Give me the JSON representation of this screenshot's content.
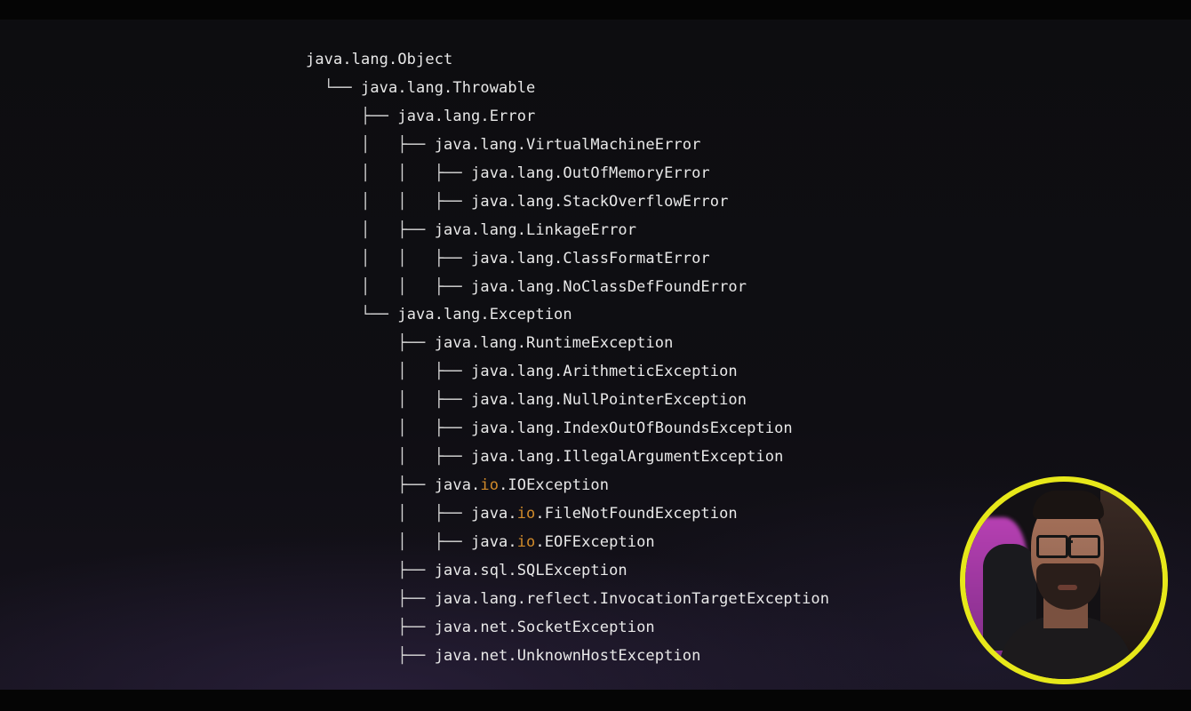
{
  "tree": {
    "lines": [
      {
        "prefix": "",
        "pre": "java.lang.Object",
        "hl": "",
        "post": ""
      },
      {
        "prefix": "  └── ",
        "pre": "java.lang.Throwable",
        "hl": "",
        "post": ""
      },
      {
        "prefix": "      ├── ",
        "pre": "java.lang.Error",
        "hl": "",
        "post": ""
      },
      {
        "prefix": "      │   ├── ",
        "pre": "java.lang.VirtualMachineError",
        "hl": "",
        "post": ""
      },
      {
        "prefix": "      │   │   ├── ",
        "pre": "java.lang.OutOfMemoryError",
        "hl": "",
        "post": ""
      },
      {
        "prefix": "      │   │   ├── ",
        "pre": "java.lang.StackOverflowError",
        "hl": "",
        "post": ""
      },
      {
        "prefix": "      │   ├── ",
        "pre": "java.lang.LinkageError",
        "hl": "",
        "post": ""
      },
      {
        "prefix": "      │   │   ├── ",
        "pre": "java.lang.ClassFormatError",
        "hl": "",
        "post": ""
      },
      {
        "prefix": "      │   │   ├── ",
        "pre": "java.lang.NoClassDefFoundError",
        "hl": "",
        "post": ""
      },
      {
        "prefix": "      └── ",
        "pre": "java.lang.Exception",
        "hl": "",
        "post": ""
      },
      {
        "prefix": "          ├── ",
        "pre": "java.lang.RuntimeException",
        "hl": "",
        "post": ""
      },
      {
        "prefix": "          │   ├── ",
        "pre": "java.lang.ArithmeticException",
        "hl": "",
        "post": ""
      },
      {
        "prefix": "          │   ├── ",
        "pre": "java.lang.NullPointerException",
        "hl": "",
        "post": ""
      },
      {
        "prefix": "          │   ├── ",
        "pre": "java.lang.IndexOutOfBoundsException",
        "hl": "",
        "post": ""
      },
      {
        "prefix": "          │   ├── ",
        "pre": "java.lang.IllegalArgumentException",
        "hl": "",
        "post": ""
      },
      {
        "prefix": "          ├── ",
        "pre": "java.",
        "hl": "io",
        "post": ".IOException"
      },
      {
        "prefix": "          │   ├── ",
        "pre": "java.",
        "hl": "io",
        "post": ".FileNotFoundException"
      },
      {
        "prefix": "          │   ├── ",
        "pre": "java.",
        "hl": "io",
        "post": ".EOFException"
      },
      {
        "prefix": "          ├── ",
        "pre": "java.sql.SQLException",
        "hl": "",
        "post": ""
      },
      {
        "prefix": "          ├── ",
        "pre": "java.lang.reflect.InvocationTargetException",
        "hl": "",
        "post": ""
      },
      {
        "prefix": "          ├── ",
        "pre": "java.net.SocketException",
        "hl": "",
        "post": ""
      },
      {
        "prefix": "          ├── ",
        "pre": "java.net.UnknownHostException",
        "hl": "",
        "post": ""
      }
    ]
  },
  "colors": {
    "text": "#e8e8e8",
    "keyword_highlight": "#d08a2a",
    "webcam_ring": "#e7e81a"
  }
}
